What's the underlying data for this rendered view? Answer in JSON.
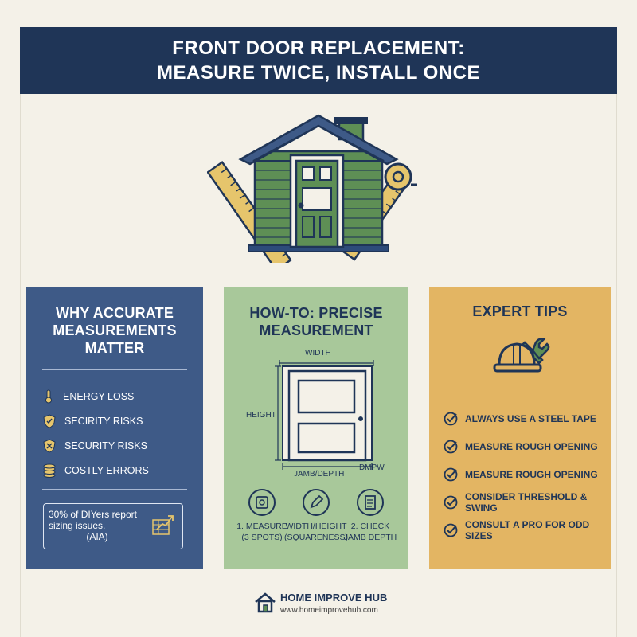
{
  "title": {
    "line1": "FRONT DOOR REPLACEMENT:",
    "line2": "MEASURE TWICE, INSTALL ONCE"
  },
  "colors": {
    "navy": "#1f3557",
    "blue_panel": "#3e5a87",
    "green_panel": "#a8c89a",
    "gold_panel": "#e3b563",
    "house_green": "#5e8f55",
    "ruler_tan": "#e6c56c"
  },
  "hero": {
    "icons": [
      "house-icon",
      "ruler-icon",
      "tape-measure-icon",
      "door-icon"
    ]
  },
  "why": {
    "title_lines": [
      "WHY ACCURATE",
      "MEASUREMENTS",
      "MATTER"
    ],
    "items": [
      {
        "label": "ENERGY LOSS",
        "icon": "thermometer-icon"
      },
      {
        "label": "SECIRITY RISKS",
        "icon": "shield-icon"
      },
      {
        "label": "SECURITY RISKS",
        "icon": "shield-x-icon"
      },
      {
        "label": "COSTLY ERRORS",
        "icon": "coins-icon"
      }
    ],
    "stat": {
      "line1": "30% of DIYers report",
      "line2": "sizing issues.",
      "source": "(AIA)",
      "icon": "chart-growth-icon"
    }
  },
  "how": {
    "title_lines": [
      "HOW-TO: PRECISE",
      "MEASUREMENT"
    ],
    "diagram": {
      "width_label": "WIDTH",
      "height_label": "HEIGHT",
      "jamb_label": "JAMB/DEPTH",
      "side_label": "DMPW"
    },
    "steps": [
      {
        "icon": "tape-measure-icon",
        "line1": "1. MEASURE",
        "line2": "(3 SPOTS)"
      },
      {
        "icon": "pencil-icon",
        "line1": "WIDTH/HEIGHT",
        "line2": "(SQUARENESS)"
      },
      {
        "icon": "checklist-icon",
        "line1": "2. CHECK",
        "line2": "JAMB DEPTH"
      }
    ]
  },
  "tips": {
    "title": "EXPERT TIPS",
    "icon": "hardhat-wrench-icon",
    "items": [
      "ALWAYS USE A STEEL TAPE",
      "MEASURE ROUGH OPENING",
      "MEASURE ROUGH OPENING",
      "CONSIDER THRESHOLD & SWING",
      "CONSULT A PRO FOR ODD SIZES"
    ]
  },
  "brand": {
    "name": "HOME IMPROVE HUB",
    "url": "www.homeimprovehub.com",
    "icon": "home-logo-icon"
  }
}
